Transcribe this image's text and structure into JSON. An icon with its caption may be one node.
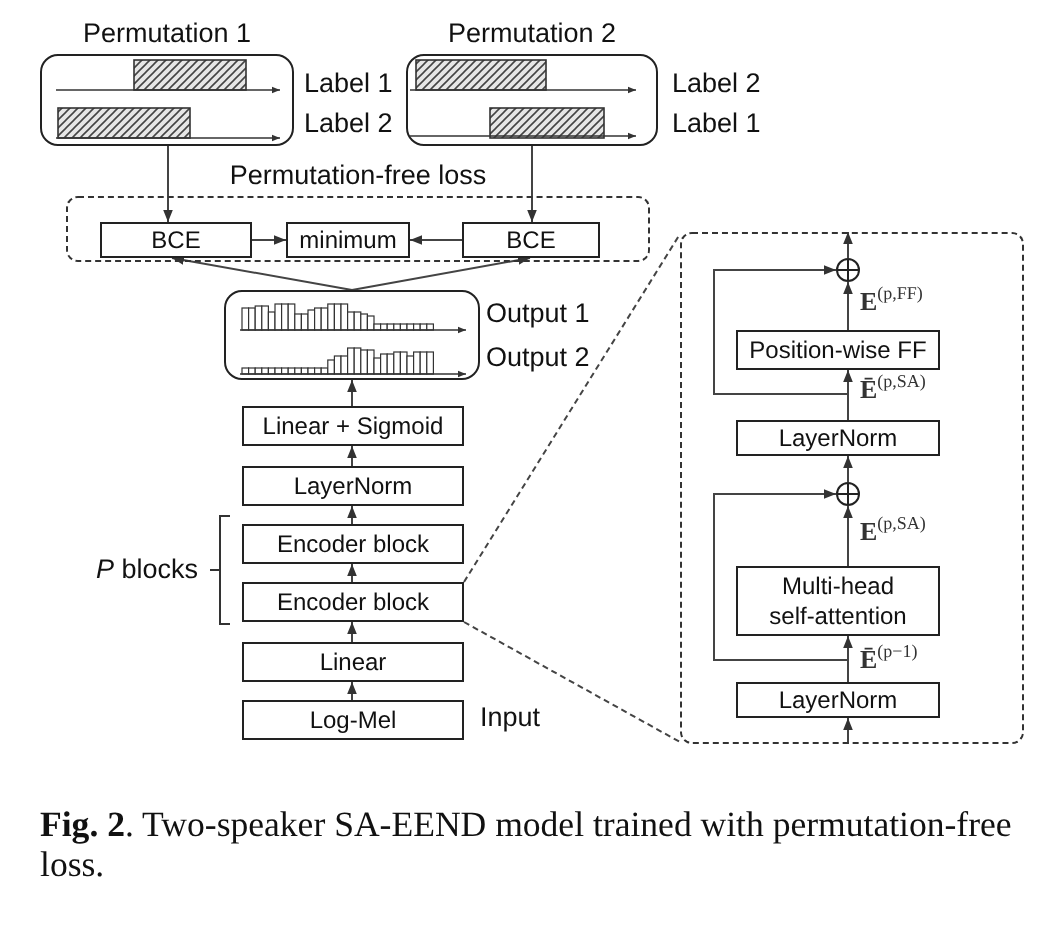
{
  "diagram": {
    "caption": "**Fig. 2**. Two-speaker SA-EEND model trained with permutation-free loss.",
    "nodes": [
      {
        "text": [
          "Permutation 1"
        ],
        "beside": [
          "Label 1",
          "Label 2"
        ]
      },
      {
        "text": [
          "Permutation 2"
        ],
        "beside": [
          "Label 2",
          "Label 1"
        ]
      },
      {
        "text": [
          "Permutation-free loss"
        ]
      },
      {
        "text": [
          "BCE"
        ],
        "in": 2
      },
      {
        "text": [
          "minimum"
        ],
        "in": 2
      },
      {
        "text": [
          "BCE"
        ],
        "in": 2
      },
      {
        "text": [],
        "shape": "box",
        "beside": [
          "Output 1",
          "Output 2"
        ]
      },
      {
        "text": [
          "Linear + Sigmoid"
        ]
      },
      {
        "text": [
          "LayerNorm"
        ]
      },
      {
        "text": [
          "Encoder block"
        ]
      },
      {
        "text": [
          "Encoder block"
        ]
      },
      {
        "text": [
          "Linear"
        ]
      },
      {
        "text": [
          "Log-Mel"
        ],
        "beside": [
          "Input"
        ]
      },
      {
        "text": [],
        "shape": "box"
      },
      {
        "text": [],
        "shape": "circle",
        "in": 13
      },
      {
        "text": [
          "Position-wise FF"
        ],
        "in": 13
      },
      {
        "text": [
          "LayerNorm"
        ],
        "in": 13
      },
      {
        "text": [],
        "shape": "circle",
        "in": 13
      },
      {
        "text": [
          "Multi-head self-attention"
        ],
        "in": 13
      },
      {
        "text": [
          "LayerNorm"
        ],
        "in": 13
      }
    ],
    "edges": [
      {
        "from": 0,
        "to": 3,
        "arrow": "to"
      },
      {
        "from": 1,
        "to": 5,
        "arrow": "to"
      },
      {
        "from": 3,
        "to": 4,
        "arrow": "to"
      },
      {
        "from": 5,
        "to": 4,
        "arrow": "to"
      },
      {
        "from": 6,
        "to": 3,
        "arrow": "to"
      },
      {
        "from": 6,
        "to": 5,
        "arrow": "to"
      },
      {
        "from": 7,
        "to": 6,
        "arrow": "to"
      },
      {
        "from": 8,
        "to": 7,
        "arrow": "to"
      },
      {
        "from": 9,
        "to": 8,
        "arrow": "to"
      },
      {
        "from": 10,
        "to": 9,
        "arrow": "to"
      },
      {
        "from": 11,
        "to": 10,
        "arrow": "to"
      },
      {
        "from": 12,
        "to": 11,
        "arrow": "to"
      },
      {
        "from": 10,
        "to": 13,
        "arrow": "none",
        "style": "dashed"
      },
      {
        "from": 10,
        "to": 13,
        "arrow": "none",
        "style": "dashed"
      },
      {
        "from": null,
        "to": 19,
        "arrow": "to"
      },
      {
        "from": 19,
        "to": 18,
        "arrow": "to",
        "label": "**Ē**$^{(p−1)}$"
      },
      {
        "from": 19,
        "to": 17,
        "arrow": "to"
      },
      {
        "from": 18,
        "to": 17,
        "arrow": "to",
        "label": "**E**$^{(p,SA)}$"
      },
      {
        "from": 17,
        "to": 16,
        "arrow": "to"
      },
      {
        "from": 16,
        "to": 15,
        "arrow": "to",
        "label": "**Ē**$^{(p,SA)}$"
      },
      {
        "from": 16,
        "to": 14,
        "arrow": "to"
      },
      {
        "from": 15,
        "to": 14,
        "arrow": "to",
        "label": "**E**$^{(p,FF)}$"
      },
      {
        "from": 14,
        "to": null,
        "arrow": "to"
      }
    ],
    "labels": [
      "*P* blocks"
    ]
  }
}
